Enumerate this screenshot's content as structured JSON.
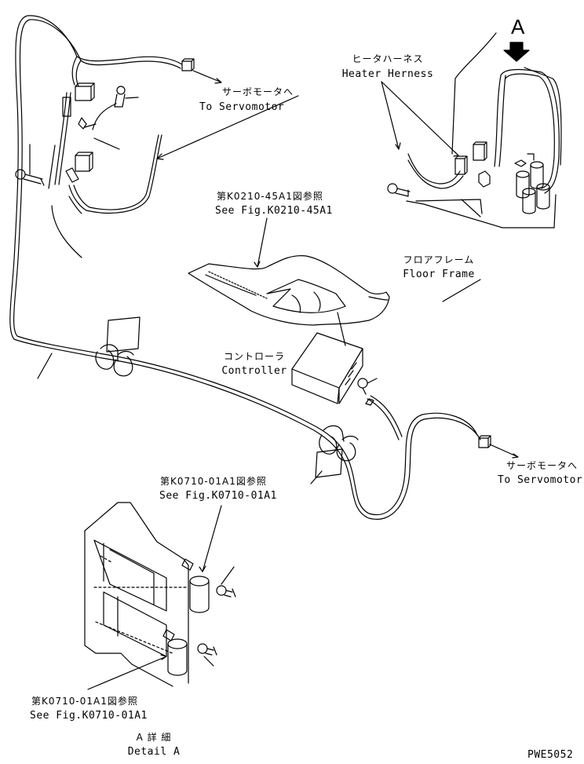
{
  "labels": {
    "servo_top_jp": "サーボモータへ",
    "servo_top_en": "To Servomotor",
    "heater_jp": "ヒータハーネス",
    "heater_en": "Heater Herness",
    "view_letter": "A",
    "fig_k0210_jp": "第K0210-45A1図参照",
    "fig_k0210_en": "See Fig.K0210-45A1",
    "floor_jp": "フロアフレーム",
    "floor_en": "Floor Frame",
    "controller_jp": "コントローラ",
    "controller_en": "Controller",
    "servo_right_jp": "サーボモータへ",
    "servo_right_en": "To Servomotor",
    "fig_k0710_mid_jp": "第K0710-01A1図参照",
    "fig_k0710_mid_en": "See Fig.K0710-01A1",
    "fig_k0710_low_jp": "第K0710-01A1図参照",
    "fig_k0710_low_en": "See Fig.K0710-01A1",
    "detail_jp": "A 詳 細",
    "detail_en": "Detail A",
    "drawing_code": "PWE5052"
  },
  "colors": {
    "ink": "#000000",
    "paper": "#ffffff"
  }
}
